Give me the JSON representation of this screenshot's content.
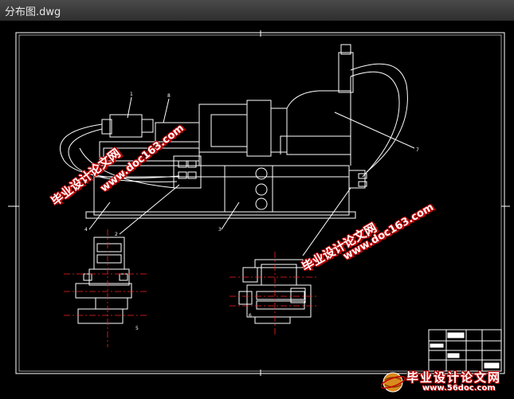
{
  "window": {
    "title": "分布图.dwg"
  },
  "watermarks": [
    {
      "cn": "毕业设计论文网",
      "url": "www.doc163.com"
    },
    {
      "cn": "毕业设计论文网",
      "url": "www.doc163.com"
    }
  ],
  "logo": {
    "cn": "毕业设计论文网",
    "url": "www.56doc.com"
  },
  "callouts": [
    "1",
    "8",
    "7",
    "4",
    "2",
    "3",
    "5",
    "6"
  ],
  "colors": {
    "linework": "#ffffff",
    "center_lines": "#ff2020",
    "accent": "#c00000",
    "background": "#000000"
  }
}
